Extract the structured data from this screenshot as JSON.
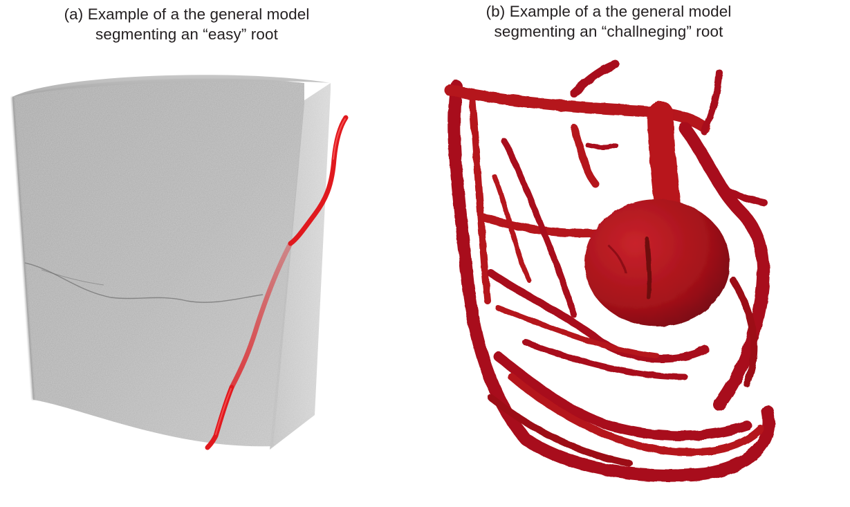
{
  "panels": [
    {
      "id": "a",
      "caption_line1": "(a) Example of a the general model",
      "caption_line2": "segmenting an “easy” root",
      "root_color": "#e0191e",
      "volume_color": "#a7a7a7"
    },
    {
      "id": "b",
      "caption_line1": "(b) Example of a the general model",
      "caption_line2": "segmenting an “challneging” root",
      "root_color": "#b5121b"
    }
  ]
}
